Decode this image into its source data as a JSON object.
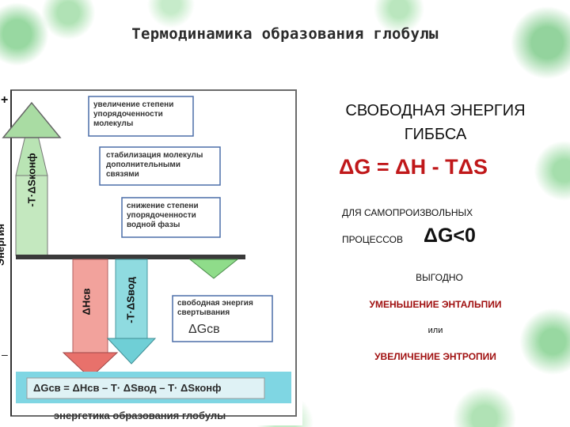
{
  "title": "Термодинамика образования глобулы",
  "figure": {
    "axis_label": "Энергия",
    "plus": "+",
    "minus": "–",
    "arrow_conf": "-T·ΔSконф",
    "arrow_enth": "ΔHсв",
    "arrow_water": "-T·ΔSвод",
    "box1": "увеличение степени\nупорядоченности\nмолекулы",
    "box2": "стабилизация молекулы\nдополнительными\nсвязями",
    "box3": "снижение степени\nупорядоченности\nводной фазы",
    "box4": "свободная энергия\nсвертывания",
    "box4_symbol": "ΔGсв",
    "equation": "ΔGсв = ΔHсв – T· ΔSвод – T· ΔSконф",
    "caption": "энергетика образования глобулы",
    "colors": {
      "green_arrow": "#b5e3b0",
      "red_arrow": "#f0908a",
      "teal_arrow": "#7fd6dd",
      "baseline": "#3a3a3a",
      "box_border": "#4c6ea8",
      "equation_band": "#7fd6e3"
    }
  },
  "right": {
    "heading": "СВОБОДНАЯ ЭНЕРГИЯ\nГИББСА",
    "formula": "ΔG = ΔH - TΔS",
    "cond_line1": "ДЛЯ  САМОПРОИЗВОЛЬНЫХ",
    "cond_line2": "ПРОЦЕССОВ",
    "dg_condition": "ΔG<0",
    "favorable": "ВЫГОДНО",
    "less_enthalpy": "УМЕНЬШЕНИЕ ЭНТАЛЬПИИ",
    "or": "или",
    "more_entropy": "УВЕЛИЧЕНИЕ ЭНТРОПИИ"
  }
}
